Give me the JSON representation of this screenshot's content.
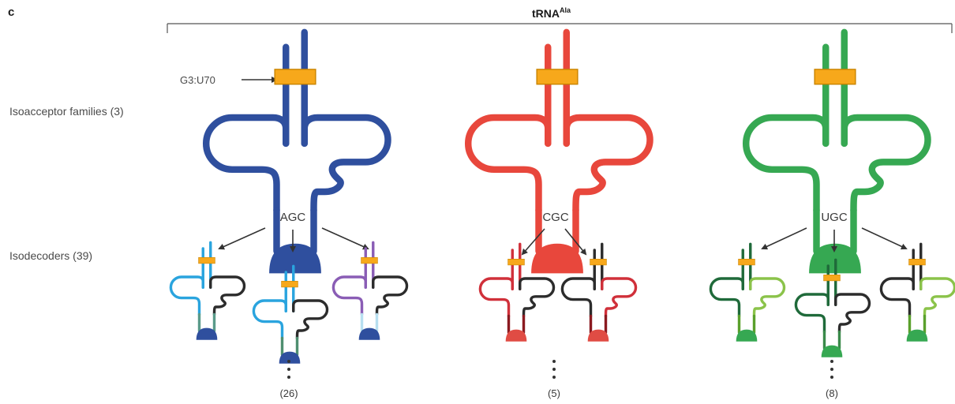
{
  "panel_label": "c",
  "header": {
    "title": "tRNA",
    "superscript": "Ala"
  },
  "row_labels": {
    "isoacceptor": "Isoacceptor families (3)",
    "isodecoder": "Isodecoders (39)"
  },
  "annotation": {
    "pair_label": "G3:U70"
  },
  "colors": {
    "blue": "#2f4f9e",
    "red": "#e8473c",
    "green": "#36a852",
    "bar": "#f7a81b",
    "text": "#3a3a3a"
  },
  "families": [
    {
      "anticodon": "AGC",
      "count": "(26)",
      "color": "#2f4f9e"
    },
    {
      "anticodon": "CGC",
      "count": "(5)",
      "color": "#e8473c"
    },
    {
      "anticodon": "UGC",
      "count": "(8)",
      "color": "#36a852"
    }
  ],
  "isodecoder_palettes": [
    [
      "#2aa4de",
      "#2c2c2c",
      "#5a9b8a",
      "#2f4f9e"
    ],
    [
      "#2aa4de",
      "#2c2c2c",
      "#4f8f70",
      "#2f4f9e"
    ],
    [
      "#8a5db5",
      "#2c2c2c",
      "#b7dff0",
      "#2f4f9e"
    ],
    [
      "#d0303a",
      "#2c2c2c",
      "#8b1a20",
      "#e04c44"
    ],
    [
      "#2c2c2c",
      "#d0303a",
      "#8b1a20",
      "#e04c44"
    ],
    [
      "#1f6a3a",
      "#8bc34a",
      "#5aa02c",
      "#36a852"
    ],
    [
      "#1f6a3a",
      "#2c2c2c",
      "#3a8a4a",
      "#36a852"
    ],
    [
      "#2c2c2c",
      "#8bc34a",
      "#5aa02c",
      "#36a852"
    ]
  ]
}
